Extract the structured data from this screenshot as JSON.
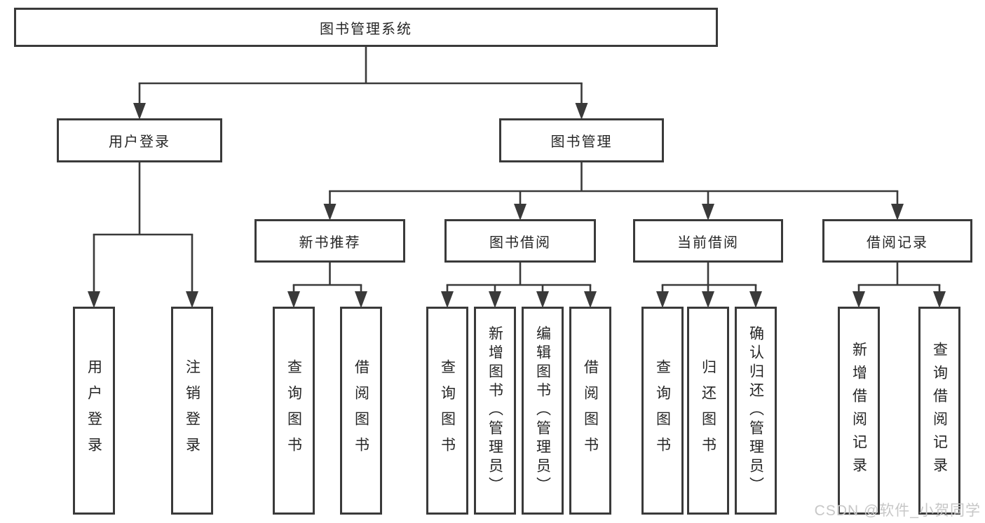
{
  "diagram": {
    "watermark": "CSDN @软件_小贺同学",
    "colors": {
      "line": "#3a3a3a",
      "box_border": "#3a3a3a",
      "text": "#262626",
      "background": "#ffffff",
      "watermark": "#c7c7c7"
    },
    "tree": {
      "id": "library-management-system",
      "label": "图书管理系统",
      "children": [
        {
          "id": "user-login",
          "label": "用户登录",
          "children": [
            {
              "id": "user-login-action",
              "label": "用户登录"
            },
            {
              "id": "logout",
              "label": "注销登录"
            }
          ]
        },
        {
          "id": "book-management",
          "label": "图书管理",
          "children": [
            {
              "id": "new-book-recommend",
              "label": "新书推荐",
              "children": [
                {
                  "id": "nb-query-books",
                  "label": "查询图书"
                },
                {
                  "id": "nb-borrow-books",
                  "label": "借阅图书"
                }
              ]
            },
            {
              "id": "book-borrowing",
              "label": "图书借阅",
              "children": [
                {
                  "id": "bw-query-books",
                  "label": "查询图书"
                },
                {
                  "id": "bw-add-books-admin",
                  "label": "新增图书（管理员）"
                },
                {
                  "id": "bw-edit-books-admin",
                  "label": "编辑图书（管理员）"
                },
                {
                  "id": "bw-borrow-books",
                  "label": "借阅图书"
                }
              ]
            },
            {
              "id": "current-borrowing",
              "label": "当前借阅",
              "children": [
                {
                  "id": "cur-query-books",
                  "label": "查询图书"
                },
                {
                  "id": "cur-return-books",
                  "label": "归还图书"
                },
                {
                  "id": "cur-confirm-return-admin",
                  "label": "确认归还（管理员）"
                }
              ]
            },
            {
              "id": "borrowing-records",
              "label": "借阅记录",
              "children": [
                {
                  "id": "rec-add-record",
                  "label": "新增借阅记录"
                },
                {
                  "id": "rec-query-record",
                  "label": "查询借阅记录"
                }
              ]
            }
          ]
        }
      ]
    }
  }
}
